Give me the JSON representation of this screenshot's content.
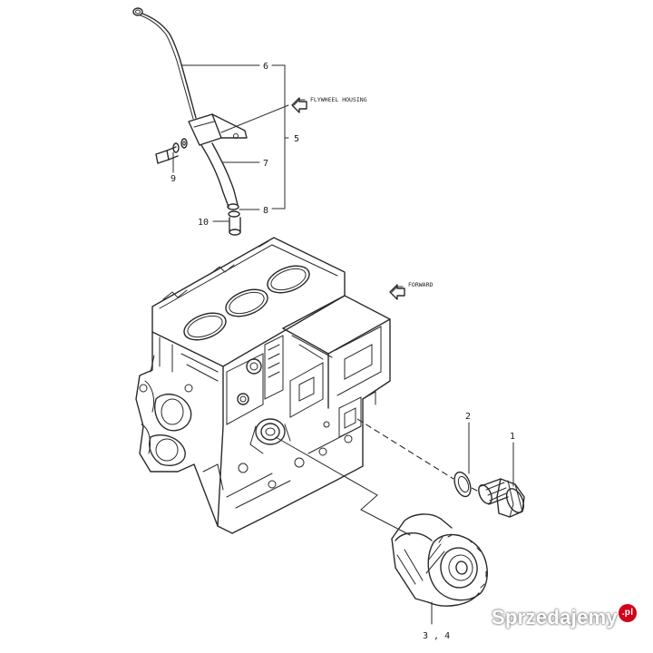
{
  "labels": {
    "p1": "1",
    "p2": "2",
    "p34": "3 , 4",
    "p5": "5",
    "p6": "6",
    "p7": "7",
    "p8": "8",
    "p9": "9",
    "p10": "10"
  },
  "notes": {
    "flywheel_housing": "FLYWHEEL HOUSING",
    "forward": "FORWARD"
  },
  "watermark": {
    "text": "Sprzedajemy",
    "suffix": ".pl"
  }
}
